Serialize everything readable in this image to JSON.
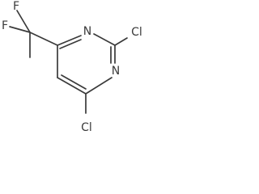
{
  "molecule": {
    "atoms": {
      "f1": "F",
      "f2": "F",
      "n1": "N",
      "n3": "N",
      "cl2": "Cl",
      "cl4": "Cl"
    }
  }
}
